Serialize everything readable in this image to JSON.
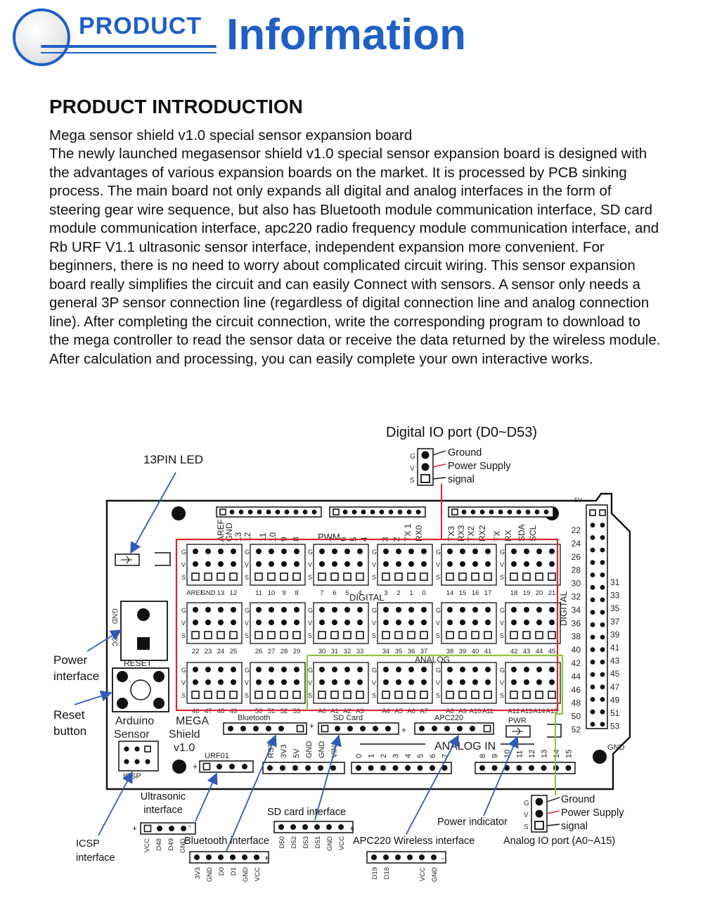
{
  "header": {
    "badge": "PRODUCT",
    "title": "Information"
  },
  "intro": {
    "title": "PRODUCT INTRODUCTION",
    "subtitle": "Mega sensor shield v1.0 special sensor expansion board",
    "body": "The newly launched megasensor shield v1.0 special sensor expansion board is designed with the advantages of various expansion boards on the market. It is processed by PCB sinking process. The main board not only expands all digital and analog interfaces in the form of steering gear wire sequence, but also has Bluetooth module communication interface, SD card module communication interface, apc220 radio frequency module communication interface, and Rb URF V1.1 ultrasonic sensor interface, independent expansion more convenient. For beginners, there is no need to worry about complicated circuit wiring. This sensor expansion board really simplifies the circuit and can easily Connect with sensors. A sensor only needs a general 3P sensor connection line (regardless of digital connection line and analog connection line). After completing the circuit connection, write the corresponding program to download to the mega controller to read the sensor data or receive the data returned by the wireless module. After calculation and processing, you can easily complete your own interactive works."
  },
  "diagram": {
    "digital_port_title": "Digital IO port (D0~D53)",
    "analog_port_title": "Analog IO port (A0~A15)",
    "legend": {
      "ground": "Ground",
      "power": "Power Supply",
      "signal": "signal",
      "g": "G",
      "v": "V",
      "s": "S"
    },
    "callouts": {
      "pin13_led": "13PIN LED",
      "power_interface": "Power interface",
      "reset_button": "Reset button",
      "icsp_interface": "ICSP interface",
      "ultrasonic_interface": "Ultrasonic interface",
      "bluetooth_interface": "Bluetooth interface",
      "sd_card_interface": "SD card interface",
      "apc220_interface": "APC220 Wireless interface",
      "power_indicator": "Power indicator"
    },
    "board": {
      "pwm": "PWM",
      "digital": "DIGITAL",
      "analog": "ANALOG",
      "analog_in": "ANALOG IN",
      "reset": "RESET",
      "icsp": "ICSP",
      "bluetooth": "Bluetooth",
      "sd_card": "SD Card",
      "apc220": "APC220",
      "pwr": "PWR",
      "urf01": "URF01",
      "arduino_sensor": "Arduino Sensor",
      "mega_shield": "MEGA Shield v1.0",
      "digital_side": "DIGITAL",
      "gnd": "GND",
      "five_v": "5V"
    },
    "ultrasonic_pins": [
      "VCC",
      "D48",
      "D49",
      "GND"
    ],
    "bluetooth_pins": [
      "3V3",
      "GND",
      "D0",
      "D1",
      "GND",
      "VCC"
    ],
    "sd_pins": [
      "D50",
      "D52",
      "D53",
      "D51",
      "GND",
      "VCC"
    ],
    "apc_pins": [
      "D19",
      "D18",
      "",
      "",
      "VCC",
      "GND"
    ],
    "digital_row1_labels": [
      "AREF",
      "GND",
      "13",
      "12",
      "11",
      "10",
      "9",
      "8",
      "7",
      "6",
      "5",
      "4",
      "3",
      "2",
      "1",
      "0",
      "14",
      "15",
      "16",
      "17",
      "18",
      "19",
      "20",
      "21"
    ],
    "digital_row2_labels": [
      "22",
      "23",
      "24",
      "25",
      "26",
      "27",
      "28",
      "29",
      "30",
      "31",
      "32",
      "33",
      "34",
      "35",
      "36",
      "37",
      "38",
      "39",
      "40",
      "41",
      "42",
      "43",
      "44",
      "45"
    ],
    "digital_row3_labels": [
      "46",
      "47",
      "48",
      "49",
      "50",
      "51",
      "52",
      "53"
    ],
    "analog_row_labels": [
      "A0",
      "A1",
      "A2",
      "A3",
      "A4",
      "A5",
      "A6",
      "A7",
      "A8",
      "A9",
      "A10",
      "A11",
      "A12",
      "A13",
      "A14",
      "A15"
    ],
    "side_labels_left": [
      "22",
      "24",
      "26",
      "28",
      "30",
      "32",
      "34",
      "36",
      "38",
      "40",
      "42",
      "44",
      "46",
      "48",
      "50",
      "52"
    ],
    "side_labels_right": [
      "31",
      "33",
      "35",
      "37",
      "39",
      "41",
      "43",
      "45",
      "47",
      "49",
      "51",
      "53"
    ],
    "top_header_labels": [
      "AREF",
      "GND",
      "13",
      "12",
      "11",
      "10",
      "9",
      "8",
      "7",
      "6",
      "5",
      "4",
      "3",
      "2",
      "TX 1",
      "RX0",
      "TX3",
      "RX3",
      "TX2",
      "RX2",
      "TX",
      "RX",
      "SDA",
      "SCL"
    ],
    "power_header_labels": [
      "RST",
      "3V3",
      "5V",
      "GND",
      "GND",
      "VIN"
    ],
    "analog_in_labels": [
      "0",
      "1",
      "2",
      "3",
      "4",
      "5",
      "6",
      "7",
      "8",
      "9",
      "10",
      "11",
      "12",
      "13",
      "14",
      "15"
    ],
    "colors": {
      "digital_box": "#d7282f",
      "analog_box": "#8cc63f",
      "arrow": "#2f5bb7",
      "brand": "#1f5fc6"
    }
  }
}
